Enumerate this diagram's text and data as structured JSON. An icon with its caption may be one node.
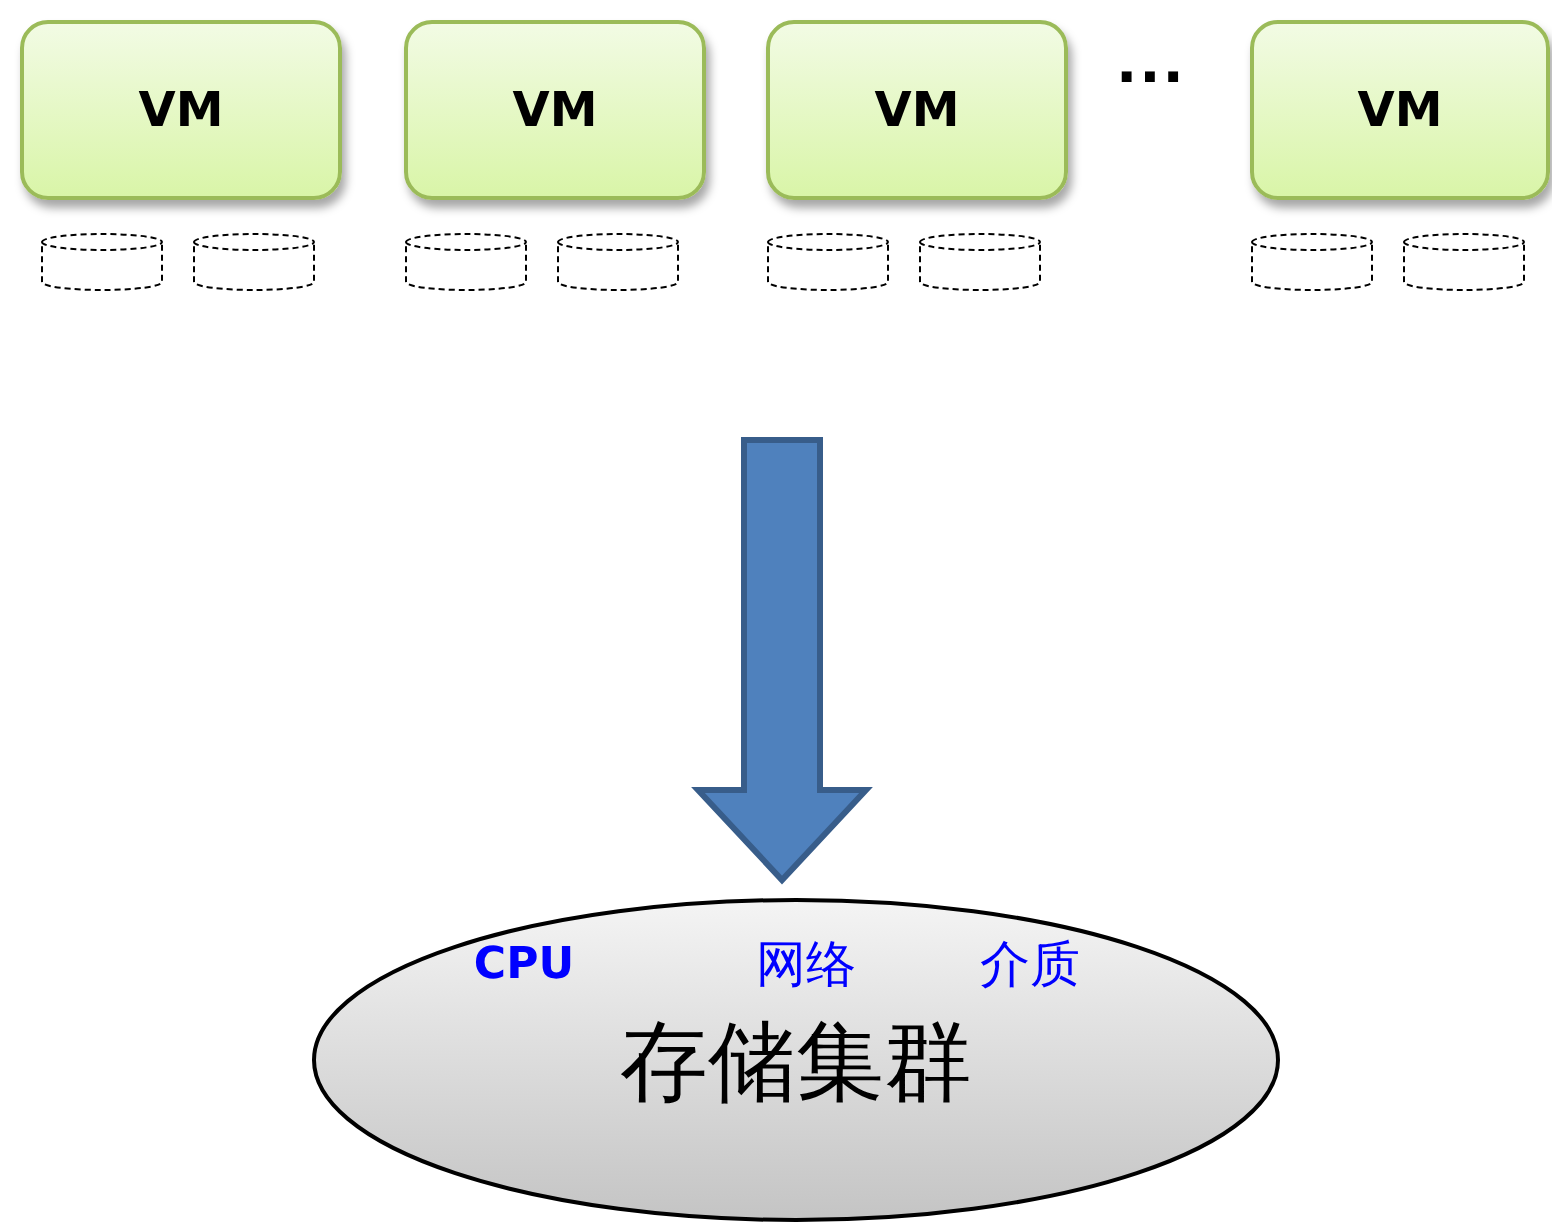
{
  "diagram": {
    "nodes": [
      {
        "text": [
          "VM"
        ]
      },
      {
        "text": [
          "VM"
        ]
      },
      {
        "text": [
          "VM"
        ]
      },
      {
        "text": [
          "VM"
        ]
      },
      {
        "text": [],
        "shape": "cylinder"
      },
      {
        "text": [],
        "shape": "cylinder"
      },
      {
        "text": [],
        "shape": "cylinder"
      },
      {
        "text": [],
        "shape": "cylinder"
      },
      {
        "text": [],
        "shape": "cylinder"
      },
      {
        "text": [],
        "shape": "cylinder"
      },
      {
        "text": [],
        "shape": "cylinder"
      },
      {
        "text": [],
        "shape": "cylinder"
      },
      {
        "text": [
          "CPU",
          "网络",
          "介质",
          "存储集群"
        ]
      }
    ],
    "edges": [
      {
        "from": null,
        "to": 12,
        "arrow": "to",
        "style": "thick"
      }
    ],
    "labels": [
      "..."
    ]
  }
}
